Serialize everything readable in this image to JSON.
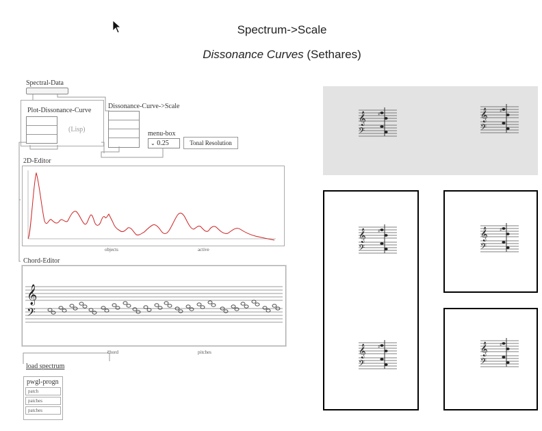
{
  "header": {
    "title": "Spectrum->Scale",
    "subtitle_italic": "Dissonance Curves",
    "subtitle_rest": " (Sethares)"
  },
  "patch": {
    "spectral_data": "Spectral-Data",
    "plot_dissonance": "Plot-Dissonance-Curve",
    "lisp": "(Lisp)",
    "dissonance_scale": "Dissonance-Curve->Scale",
    "menu_box": "menu-box",
    "menu_value": "0.25",
    "tonal_resolution": "Tonal Resolution",
    "editor_2d": "2D-Editor",
    "objects": "objects",
    "active": "active",
    "chord_editor": "Chord-Editor",
    "chord": "chord",
    "pitches": "pitches",
    "load_spectrum": "load spectrum",
    "pwgl_progn": "pwgl-progn",
    "patch_item": "patch",
    "patches_item_1": "patches",
    "patches_item_2": "patches"
  },
  "curve": {
    "color": "#cc2222"
  }
}
